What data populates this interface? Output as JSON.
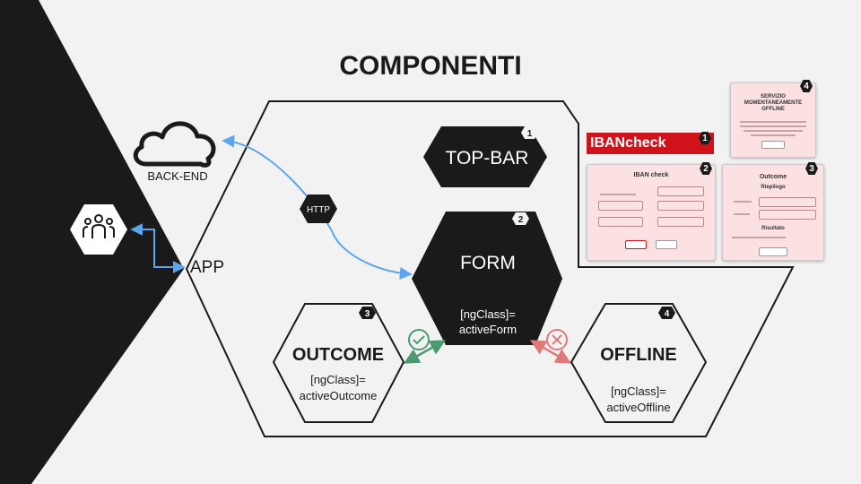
{
  "title": "COMPONENTI",
  "labels": {
    "backend": "BACK-END",
    "app": "APP",
    "http": "HTTP",
    "topbar": "TOP-BAR",
    "form": "FORM",
    "form_sub1": "[ngClass]=",
    "form_sub2": "activeForm",
    "outcome": "OUTCOME",
    "outcome_sub1": "[ngClass]=",
    "outcome_sub2": "activeOutcome",
    "offline": "OFFLINE",
    "offline_sub1": "[ngClass]=",
    "offline_sub2": "activeOffline"
  },
  "badges": {
    "topbar": "1",
    "form": "2",
    "outcome": "3",
    "offline": "4"
  },
  "icons": {
    "cloud": "cloud-icon",
    "users": "users-icon",
    "check": "check-circle-icon",
    "cross": "x-circle-icon"
  },
  "colors": {
    "dark": "#1a1a1a",
    "background": "#f2f2f2",
    "http_arrow": "#5aa6ef",
    "success": "#4c9a72",
    "error": "#e07a7a",
    "ibancheck_bar": "#d0121b"
  },
  "previews": {
    "ibancheck_bar": {
      "label": "IBANcheck",
      "badge": "1"
    },
    "form": {
      "title": "IBAN check",
      "badge": "2"
    },
    "outcome": {
      "title": "Outcome",
      "subtitle": "Riepilogo",
      "section": "Risultato",
      "badge": "3"
    },
    "offline": {
      "line1": "SERVIZIO",
      "line2": "MOMENTANEAMENTE",
      "line3": "OFFLINE",
      "badge": "4"
    }
  }
}
